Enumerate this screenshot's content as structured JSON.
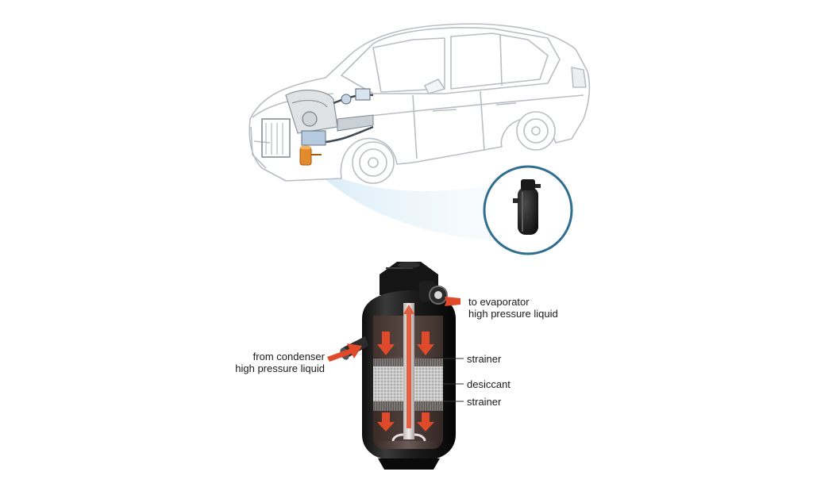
{
  "labels": {
    "to_evaporator": {
      "line1": "to evaporator",
      "line2": "high pressure liquid"
    },
    "from_condenser": {
      "line1": "from condenser",
      "line2": "high pressure liquid"
    },
    "strainer_top": "strainer",
    "desiccant": "desiccant",
    "strainer_bottom": "strainer"
  },
  "colors": {
    "car_outline": "#b9bec4",
    "canister_body": "#1c1c1c",
    "flow_arrow": "#e04a2a",
    "highlight_circle": "#2f6e8f",
    "zoom_beam": "#cfe6f4",
    "engine_bay": "#9aa3ab"
  },
  "icons": {
    "inlet_pipe": "pipe-arrow-icon",
    "outlet_pipe": "pipe-arrow-icon"
  }
}
